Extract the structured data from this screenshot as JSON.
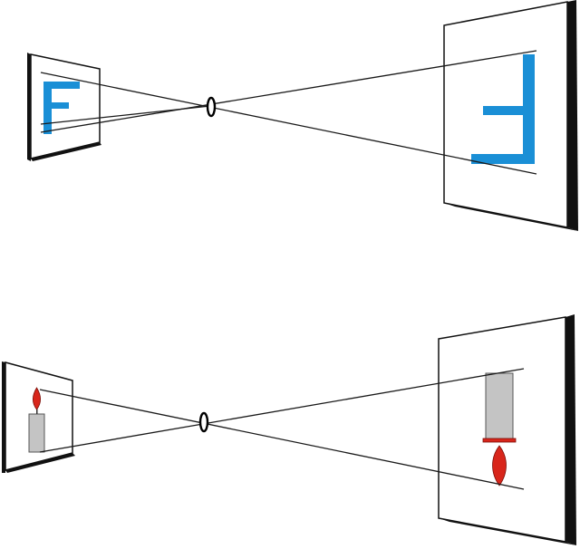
{
  "scenes": [
    {
      "object_kind": "letter",
      "object_glyph": "F",
      "image_orientation": "inverted",
      "colors": {
        "glyph": "#1a8fd6"
      }
    },
    {
      "object_kind": "candle",
      "image_orientation": "inverted",
      "colors": {
        "flame": "#d8261b",
        "candle": "#c4c4c4"
      }
    }
  ],
  "colors": {
    "background": "#ffffff",
    "lines": "#1a1a1a",
    "screen_edge": "#111111"
  },
  "watermark": ""
}
